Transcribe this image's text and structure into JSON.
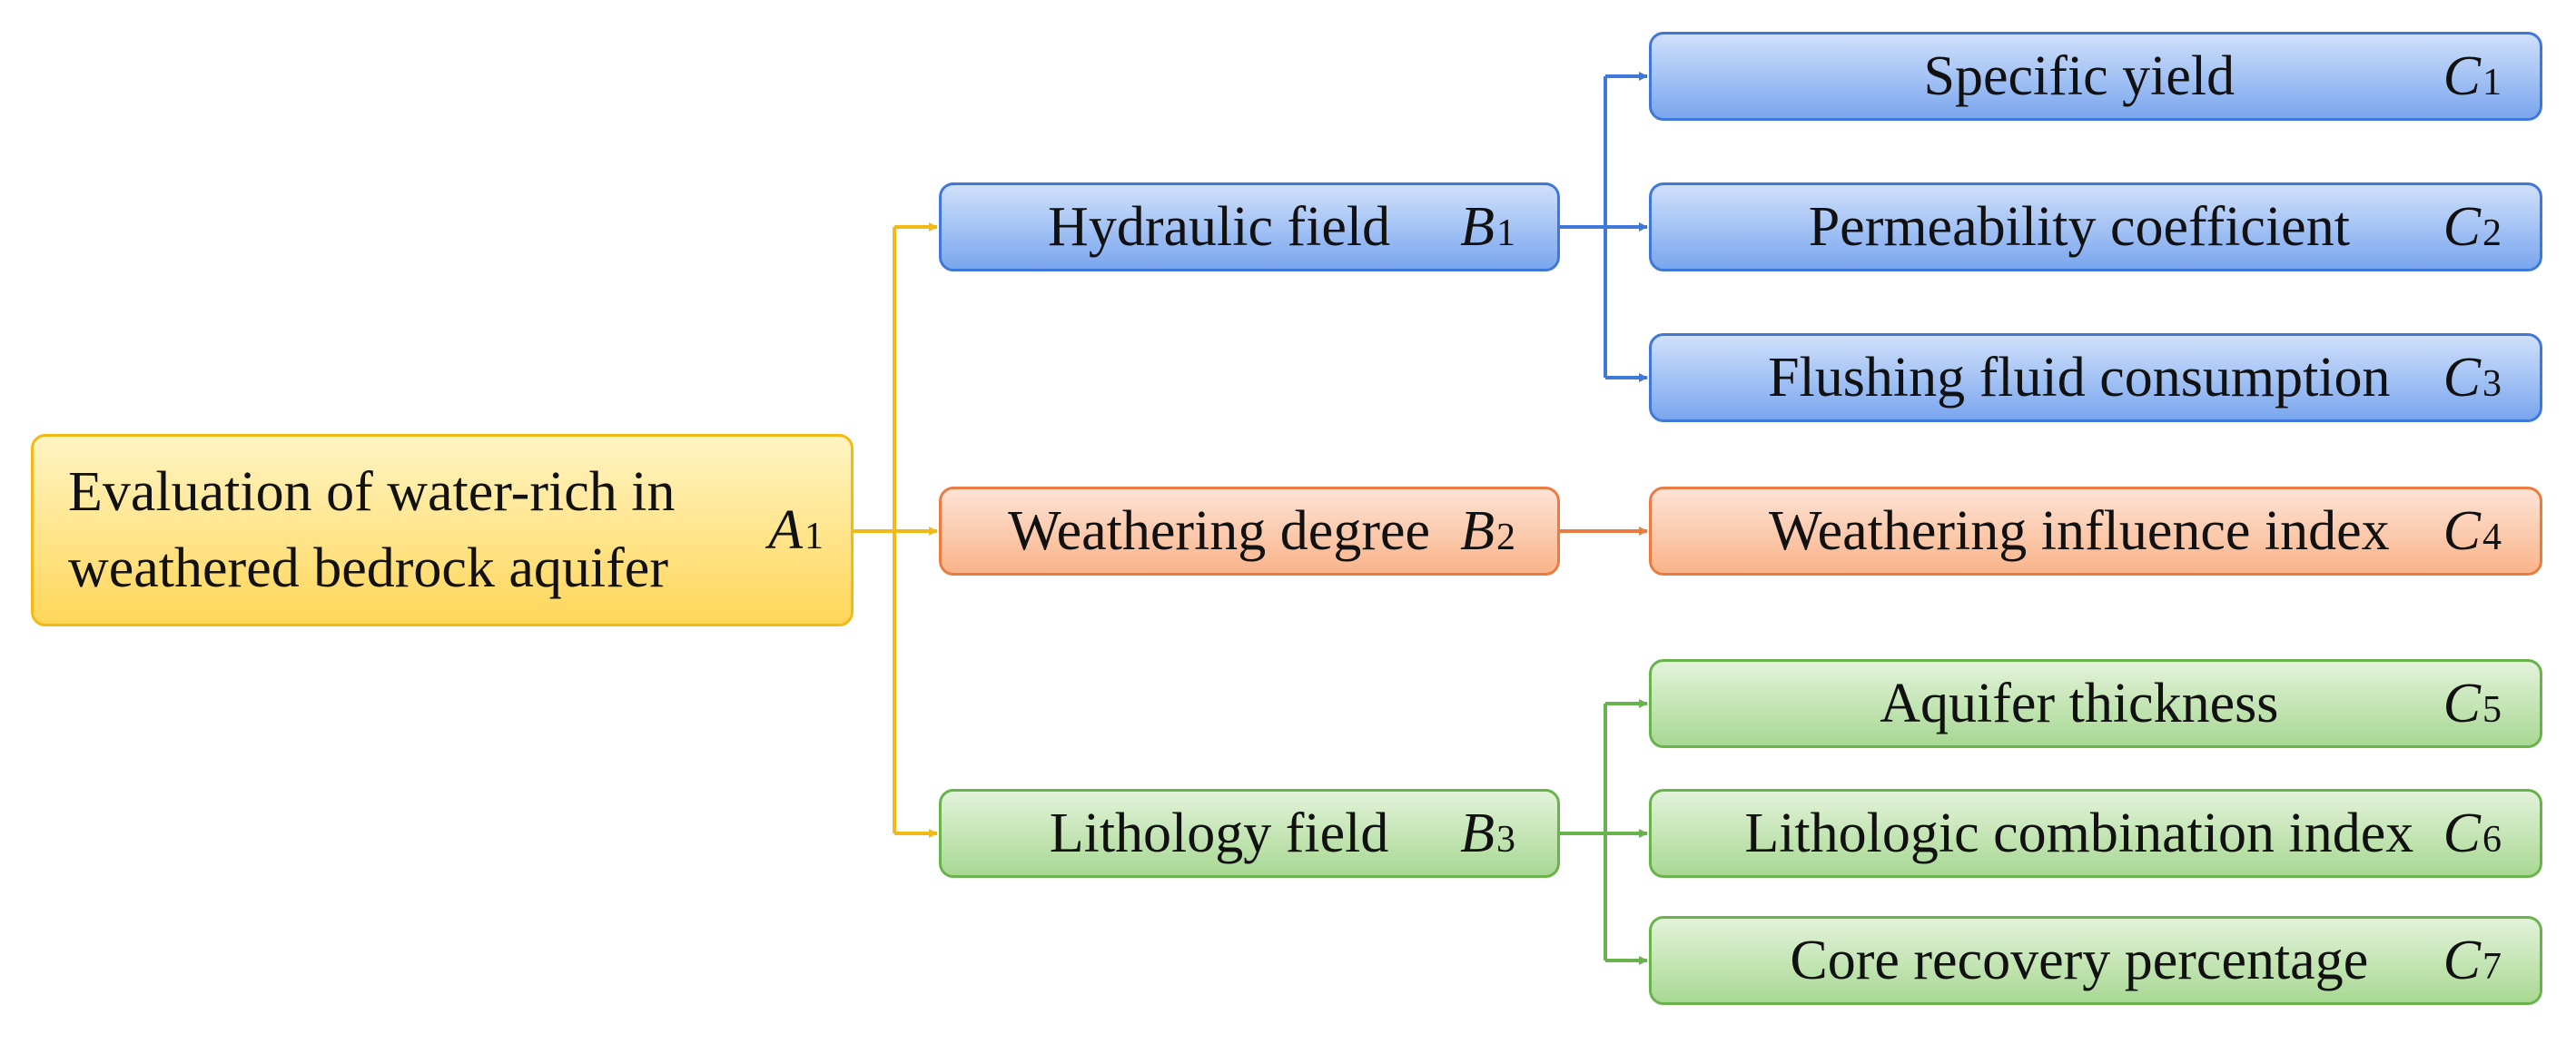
{
  "root": {
    "label": "Evaluation of water-rich in weathered bedrock aquifer",
    "code": "A",
    "sub": "1"
  },
  "criteria": [
    {
      "label": "Hydraulic field",
      "code": "B",
      "sub": "1"
    },
    {
      "label": "Weathering degree",
      "code": "B",
      "sub": "2"
    },
    {
      "label": "Lithology field",
      "code": "B",
      "sub": "3"
    }
  ],
  "indicators": [
    {
      "label": "Specific yield",
      "code": "C",
      "sub": "1",
      "parent": "B1"
    },
    {
      "label": "Permeability coefficient",
      "code": "C",
      "sub": "2",
      "parent": "B1"
    },
    {
      "label": "Flushing fluid consumption",
      "code": "C",
      "sub": "3",
      "parent": "B1"
    },
    {
      "label": "Weathering influence index",
      "code": "C",
      "sub": "4",
      "parent": "B2"
    },
    {
      "label": "Aquifer thickness",
      "code": "C",
      "sub": "5",
      "parent": "B3"
    },
    {
      "label": "Lithologic combination index",
      "code": "C",
      "sub": "6",
      "parent": "B3"
    },
    {
      "label": "Core recovery percentage",
      "code": "C",
      "sub": "7",
      "parent": "B3"
    }
  ],
  "colors": {
    "root": "#f4b915",
    "hydraulic": "#3f78d8",
    "weathering": "#ec7b41",
    "lithology": "#69b34c"
  }
}
